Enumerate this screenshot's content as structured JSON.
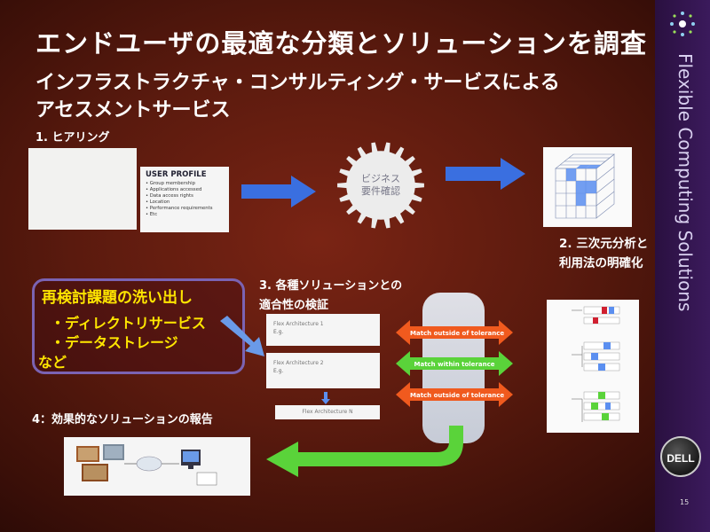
{
  "slide": {
    "title": "エンドユーザの最適な分類とソリューションを調査",
    "subtitle_line1": "インフラストラクチャ・コンサルティング・サービスによる",
    "subtitle_line2": "アセスメントサービス"
  },
  "steps": {
    "hearing": "1. ヒアリング",
    "analysis_line1": "2. 三次元分析と",
    "analysis_line2": "利用法の明確化",
    "verify_line1": "3. 各種ソリューションとの",
    "verify_line2": "適合性の検証",
    "report": "4：効果的なソリューションの報告"
  },
  "gear": {
    "line1": "ビジネス",
    "line2": "要件確認"
  },
  "user_profile": {
    "title": "USER PROFILE",
    "items": [
      "• Group membership",
      "• Applications accessed",
      "• Data access rights",
      "• Location",
      "• Performance requirements",
      "• Etc"
    ]
  },
  "reexamine": {
    "title": "再検討課題の洗い出し",
    "item1": "・ディレクトリサービス",
    "item2": "・データストレージ",
    "item3": "など"
  },
  "flex_cards": {
    "card1_title": "Flex Architecture 1",
    "card1_sub": "E.g.",
    "card2_title": "Flex Architecture 2",
    "card2_sub": "E.g.",
    "card_n": "Flex Architecture N"
  },
  "tolerance": {
    "outside_top": "Match outside of tolerance",
    "within": "Match within tolerance",
    "outside_bottom": "Match outside of tolerance"
  },
  "sidebar": {
    "brand_text": "Flexible Computing Solutions",
    "logo": "DELL",
    "page_number": "15"
  },
  "colors": {
    "arrow_blue": "#3a6fe0",
    "arrow_green": "#5ad33a",
    "arrow_orange": "#f05a1e",
    "highlight_yellow": "#ffe600",
    "box_border_purple": "#7b63b3"
  }
}
